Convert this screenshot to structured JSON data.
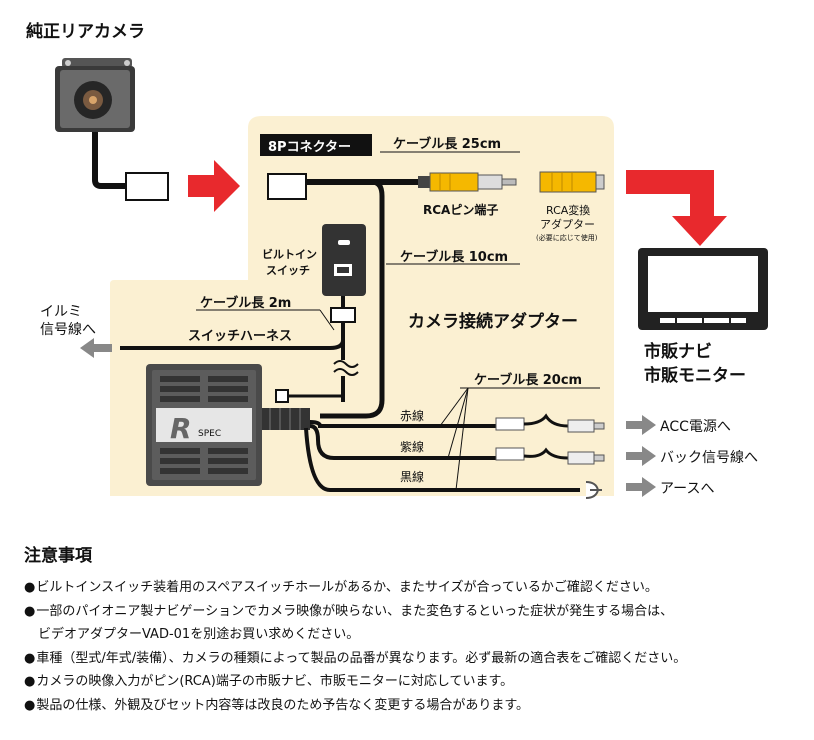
{
  "diagram": {
    "camera_title": "純正リアカメラ",
    "connector_8p": "8Pコネクター",
    "cable_25": "ケーブル長 25cm",
    "rca_pin": "RCAピン端子",
    "rca_adapter_l1": "RCA変換",
    "rca_adapter_l2": "アダプター",
    "rca_adapter_note": "(必要に応じて使用)",
    "builtin_switch_l1": "ビルトイン",
    "builtin_switch_l2": "スイッチ",
    "cable_10": "ケーブル長 10cm",
    "adapter_title": "カメラ接続アダプター",
    "cable_2m": "ケーブル長 2m",
    "illumi_l1": "イルミ",
    "illumi_l2": "信号線へ",
    "switch_harness": "スイッチハーネス",
    "cable_20": "ケーブル長 20cm",
    "red_wire": "赤線",
    "purple_wire": "紫線",
    "black_wire": "黒線",
    "to_acc": "ACC電源へ",
    "to_back": "バック信号線へ",
    "to_earth": "アースへ",
    "monitor_l1": "市販ナビ",
    "monitor_l2": "市販モニター",
    "brand_r": "R",
    "brand_spec": "SPEC"
  },
  "colors": {
    "panel": "#fbf0d2",
    "arrow_red": "#e8292d",
    "gray_arrow": "#888888",
    "rca_yellow": "#f5b800"
  },
  "notes": {
    "title": "注意事項",
    "bullet": "●",
    "items": [
      {
        "text": "ビルトインスイッチ装着用のスペアスイッチホールがあるか、またサイズが合っているかご確認ください。"
      },
      {
        "text": "一部のパイオニア製ナビゲーションでカメラ映像が映らない、また変色するといった症状が発生する場合は、",
        "cont": "ビデオアダプターVAD-01を別途お買い求めください。"
      },
      {
        "text": "車種（型式/年式/装備）、カメラの種類によって製品の品番が異なります。必ず最新の適合表をご確認ください。"
      },
      {
        "text": "カメラの映像入力がピン(RCA)端子の市販ナビ、市販モニターに対応しています。"
      },
      {
        "text": "製品の仕様、外観及びセット内容等は改良のため予告なく変更する場合があります。"
      }
    ]
  }
}
